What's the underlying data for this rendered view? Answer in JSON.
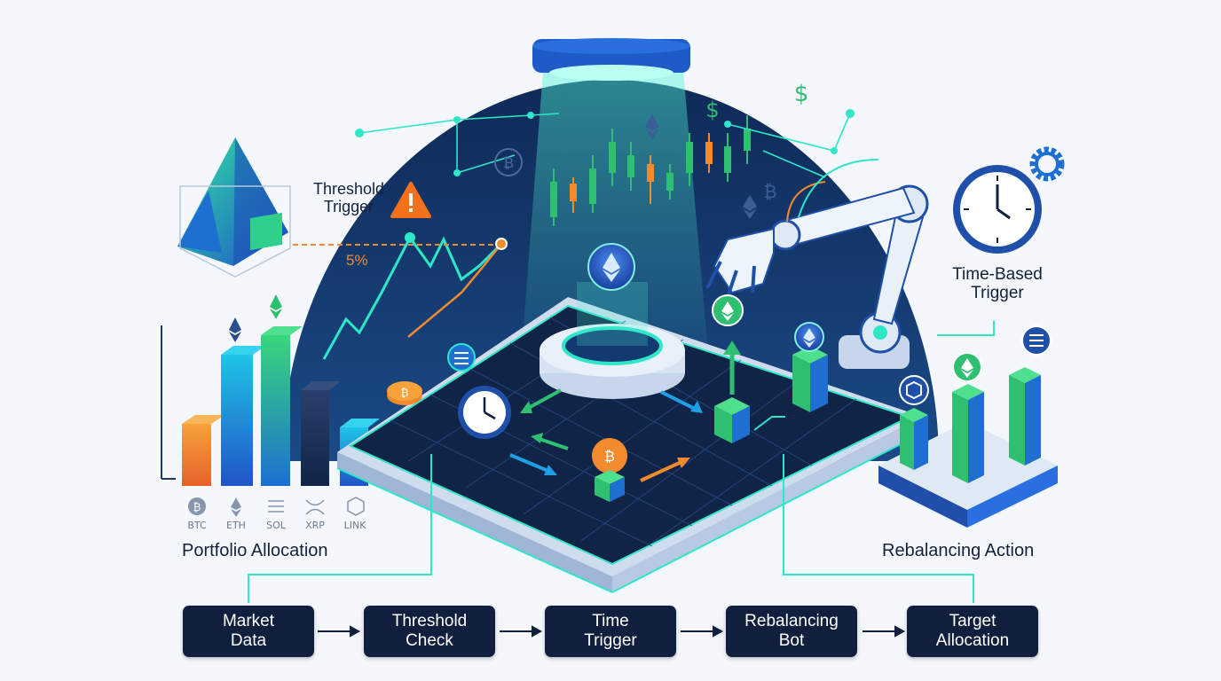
{
  "labels": {
    "threshold_trigger_line1": "Threshold",
    "threshold_trigger_line2": "Trigger",
    "threshold_percent": "5%",
    "time_based_line1": "Time-Based",
    "time_based_line2": "Trigger",
    "portfolio_allocation": "Portfolio Allocation",
    "rebalancing_action": "Rebalancing Action"
  },
  "coins": [
    "BTC",
    "ETH",
    "SOL",
    "XRP",
    "LINK"
  ],
  "flow_steps": [
    {
      "line1": "Market",
      "line2": "Data"
    },
    {
      "line1": "Threshold",
      "line2": "Check"
    },
    {
      "line1": "Time",
      "line2": "Trigger"
    },
    {
      "line1": "Rebalancing",
      "line2": "Bot"
    },
    {
      "line1": "Target",
      "line2": "Allocation"
    }
  ],
  "colors": {
    "navy": "#0f1f3d",
    "dome": "#12305e",
    "teal": "#2ee6c8",
    "green": "#2fbf71",
    "blue": "#1f6fd1",
    "orange": "#f28a2e",
    "warning": "#f2711c"
  },
  "icons": {
    "warning": "warning-triangle-icon",
    "clock": "clock-icon",
    "gear": "gear-icon",
    "dollar": "dollar-icon",
    "bitcoin": "bitcoin-icon",
    "ethereum": "ethereum-icon",
    "solana": "solana-icon",
    "xrp": "xrp-icon",
    "chainlink": "chainlink-icon",
    "robot_arm": "robot-arm-icon"
  }
}
